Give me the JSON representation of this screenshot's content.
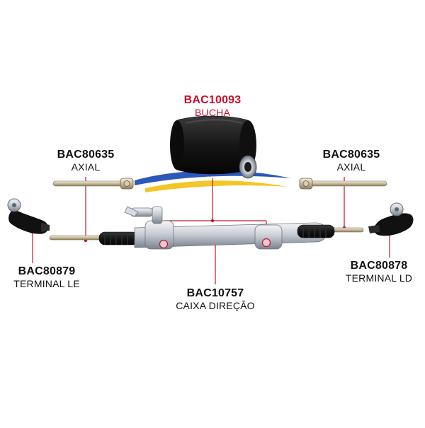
{
  "colors": {
    "label_text": "#111111",
    "bucha_accent": "#c8102e",
    "callout_line": "#b31b2b",
    "metal_light": "#e8eaee",
    "metal_mid": "#b7bdc6",
    "metal_dark": "#6f7680",
    "rubber": "#1a1a1a",
    "logo_blue": "#1f4fb7",
    "logo_yellow": "#f2c21b"
  },
  "parts": {
    "bucha": {
      "code": "BAC10093",
      "name": "BUCHA",
      "icon": "bushing-icon"
    },
    "axial_left": {
      "code": "BAC80635",
      "name": "AXIAL",
      "icon": "axial-rod-icon"
    },
    "axial_right": {
      "code": "BAC80635",
      "name": "AXIAL",
      "icon": "axial-rod-icon"
    },
    "terminal_left": {
      "code": "BAC80879",
      "name": "TERMINAL LE",
      "icon": "tie-rod-end-icon"
    },
    "terminal_right": {
      "code": "BAC80878",
      "name": "TERMINAL LD",
      "icon": "tie-rod-end-icon"
    },
    "caixa": {
      "code": "BAC10757",
      "name": "CAIXA DIREÇÃO",
      "icon": "steering-rack-icon"
    }
  }
}
